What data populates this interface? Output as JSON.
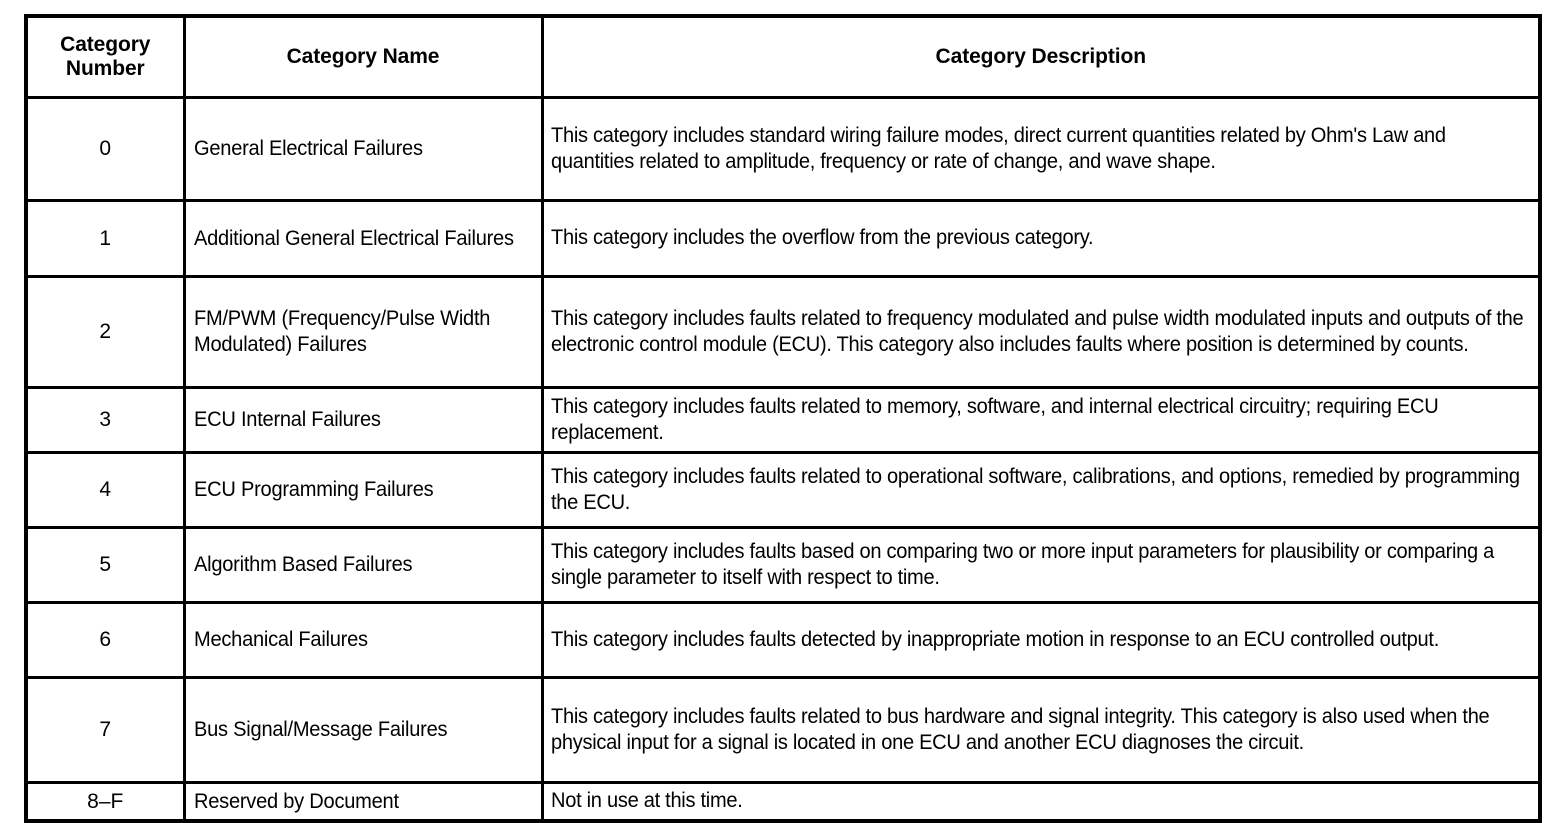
{
  "table": {
    "columns": [
      {
        "key": "number",
        "header_lines": [
          "Category",
          "Number"
        ],
        "header": "Category Number"
      },
      {
        "key": "name",
        "header": "Category Name"
      },
      {
        "key": "description",
        "header": "Category Description"
      }
    ],
    "rows": [
      {
        "number": "0",
        "name": "General Electrical Failures",
        "description": "This category includes standard wiring failure modes, direct current quantities related by Ohm's Law and quantities related to amplitude, frequency or rate of change, and wave shape."
      },
      {
        "number": "1",
        "name": "Additional General Electrical Failures",
        "description": "This category includes the overflow from the previous category."
      },
      {
        "number": "2",
        "name": "FM/PWM (Frequency/Pulse Width Modulated) Failures",
        "description": "This category includes faults related to frequency modulated and pulse width modulated inputs and outputs of the electronic control module (ECU). This category also includes faults where position is determined by counts."
      },
      {
        "number": "3",
        "name": "ECU Internal Failures",
        "description": "This category includes faults related to memory, software, and internal electrical circuitry; requiring ECU replacement."
      },
      {
        "number": "4",
        "name": "ECU Programming Failures",
        "description": "This category includes faults related to operational software, calibrations, and options, remedied by programming the ECU."
      },
      {
        "number": "5",
        "name": "Algorithm Based Failures",
        "description": "This category includes faults based on comparing two or more input parameters for plausibility or comparing a single parameter to itself with respect to time."
      },
      {
        "number": "6",
        "name": "Mechanical Failures",
        "description": "This category includes faults detected by inappropriate motion in response to an ECU controlled output."
      },
      {
        "number": "7",
        "name": "Bus Signal/Message Failures",
        "description": "This category includes faults related to bus hardware and signal integrity. This category is also used when the physical input for a signal is located in one ECU and another ECU diagnoses the circuit."
      },
      {
        "number": "8–F",
        "name": "Reserved by Document",
        "description": "Not in use at this time."
      }
    ]
  },
  "colors": {
    "border": "#000000",
    "text": "#000000",
    "background": "#ffffff"
  }
}
